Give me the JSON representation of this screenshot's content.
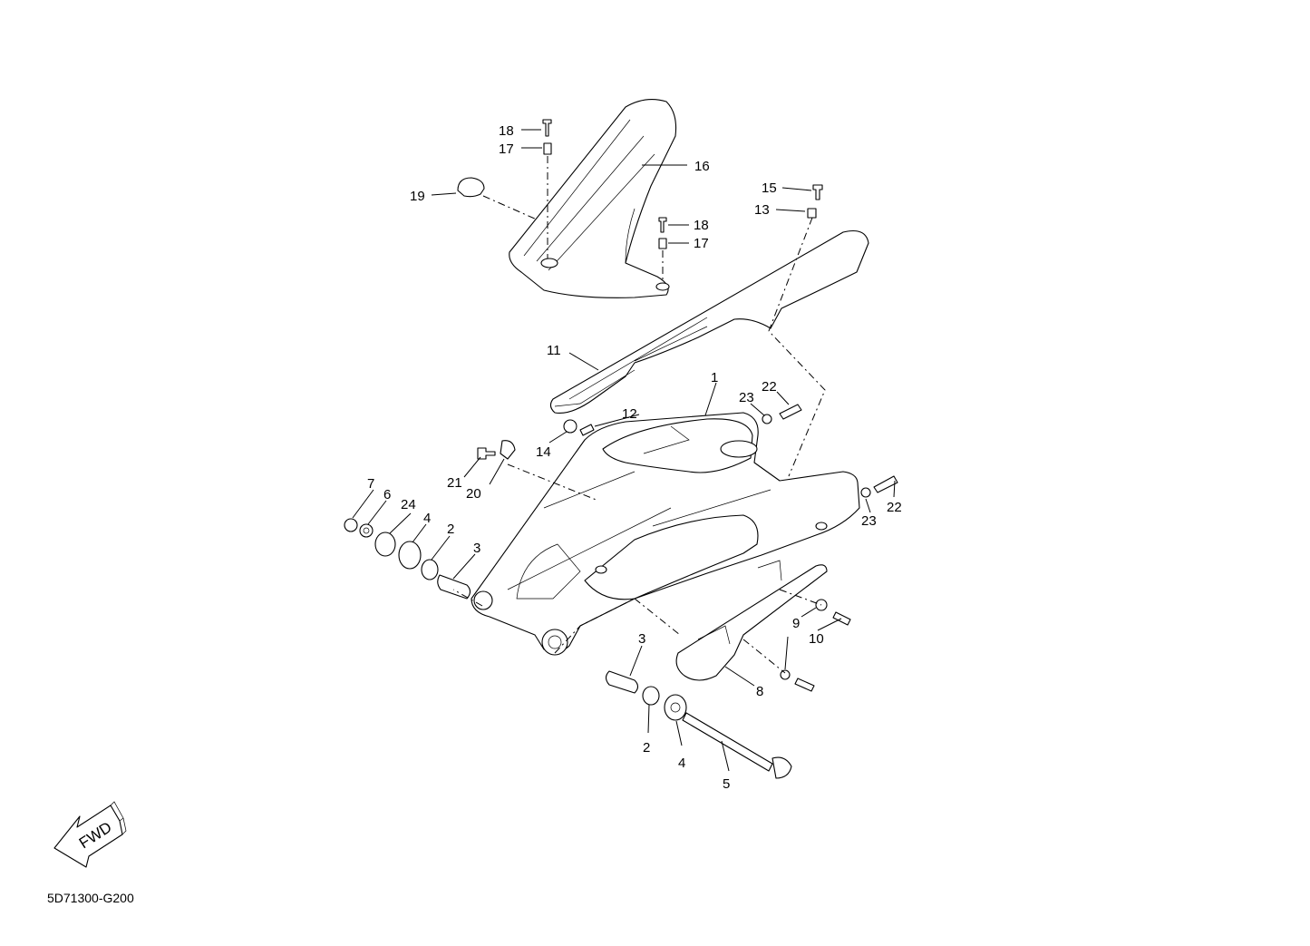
{
  "diagram_code": "5D71300-G200",
  "direction_label": "FWD",
  "callouts": {
    "c1": "1",
    "c2a": "2",
    "c2b": "2",
    "c3a": "3",
    "c3b": "3",
    "c4a": "4",
    "c4b": "4",
    "c5": "5",
    "c6": "6",
    "c7": "7",
    "c8": "8",
    "c9": "9",
    "c10": "10",
    "c11": "11",
    "c12": "12",
    "c13": "13",
    "c14": "14",
    "c15": "15",
    "c16": "16",
    "c17a": "17",
    "c17b": "17",
    "c18a": "18",
    "c18b": "18",
    "c19": "19",
    "c20": "20",
    "c21": "21",
    "c22a": "22",
    "c22b": "22",
    "c23a": "23",
    "c23b": "23",
    "c24": "24"
  }
}
